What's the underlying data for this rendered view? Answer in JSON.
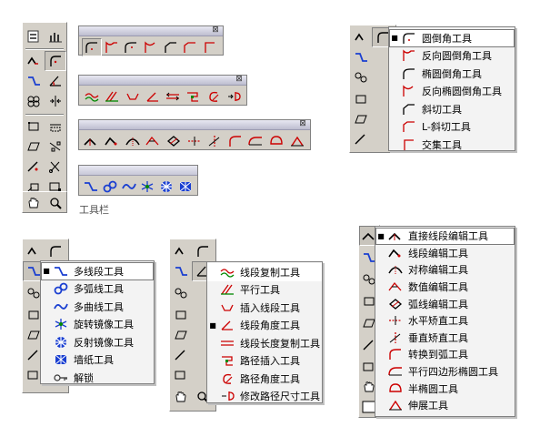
{
  "captions": {
    "toolbar_label": "工具栏"
  },
  "menu_arc": {
    "items": [
      {
        "label": "圆倒角工具",
        "icon": "fillet-icon",
        "active": true
      },
      {
        "label": "反向圆倒角工具",
        "icon": "reverse-fillet-icon"
      },
      {
        "label": "椭圆倒角工具",
        "icon": "ellipse-fillet-icon"
      },
      {
        "label": "反向椭圆倒角工具",
        "icon": "reverse-ellipse-fillet-icon"
      },
      {
        "label": "斜切工具",
        "icon": "chamfer-icon"
      },
      {
        "label": "L-斜切工具",
        "icon": "l-chamfer-icon"
      },
      {
        "label": "交集工具",
        "icon": "intersection-icon"
      }
    ]
  },
  "menu_polyline": {
    "items": [
      {
        "label": "多线段工具",
        "icon": "polyline-icon",
        "active": true
      },
      {
        "label": "多弧线工具",
        "icon": "polyarc-icon"
      },
      {
        "label": "多曲线工具",
        "icon": "polycurve-icon"
      },
      {
        "label": "旋转镜像工具",
        "icon": "rotate-mirror-icon"
      },
      {
        "label": "反射镜像工具",
        "icon": "reflect-mirror-icon"
      },
      {
        "label": "墙纸工具",
        "icon": "wallpaper-icon"
      },
      {
        "label": "解锁",
        "icon": "unlock-icon"
      }
    ]
  },
  "menu_segment": {
    "items": [
      {
        "label": "线段复制工具",
        "icon": "segment-copy-icon"
      },
      {
        "label": "平行工具",
        "icon": "parallel-icon"
      },
      {
        "label": "插入线段工具",
        "icon": "insert-segment-icon"
      },
      {
        "label": "线段角度工具",
        "icon": "segment-angle-icon",
        "active": true
      },
      {
        "label": "线段长度复制工具",
        "icon": "segment-length-copy-icon"
      },
      {
        "label": "路径插入工具",
        "icon": "path-insert-icon"
      },
      {
        "label": "路径角度工具",
        "icon": "path-angle-icon"
      },
      {
        "label": "修改路径尺寸工具",
        "icon": "path-resize-icon"
      }
    ]
  },
  "menu_lineedit": {
    "items": [
      {
        "label": "直接线段编辑工具",
        "icon": "direct-segment-edit-icon",
        "active": true
      },
      {
        "label": "线段编辑工具",
        "icon": "segment-edit-icon"
      },
      {
        "label": "对称编辑工具",
        "icon": "symmetric-edit-icon"
      },
      {
        "label": "数值编辑工具",
        "icon": "numeric-edit-icon"
      },
      {
        "label": "弧线编辑工具",
        "icon": "arc-edit-icon"
      },
      {
        "label": "水平矫直工具",
        "icon": "horizontal-straighten-icon"
      },
      {
        "label": "垂直矫直工具",
        "icon": "vertical-straighten-icon"
      },
      {
        "label": "转换到弧工具",
        "icon": "convert-to-arc-icon"
      },
      {
        "label": "平行四边形椭圆工具",
        "icon": "parallelogram-ellipse-icon"
      },
      {
        "label": "半椭圆工具",
        "icon": "half-ellipse-icon"
      },
      {
        "label": "伸展工具",
        "icon": "stretch-icon"
      }
    ]
  }
}
